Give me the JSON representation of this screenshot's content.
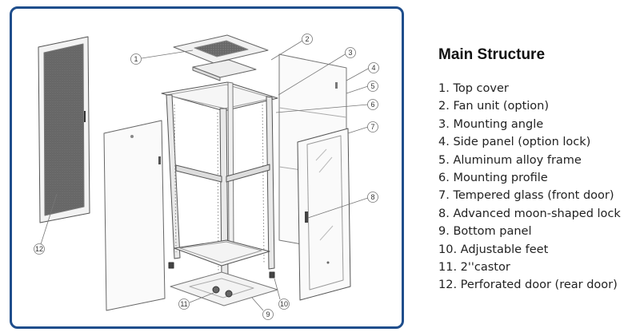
{
  "diagram": {
    "callouts": [
      "1",
      "2",
      "3",
      "4",
      "5",
      "6",
      "7",
      "8",
      "9",
      "10",
      "11",
      "12"
    ]
  },
  "legend": {
    "title": "Main Structure",
    "items": [
      "1. Top cover",
      "2. Fan unit (option)",
      "3. Mounting angle",
      "4. Side panel (option lock)",
      "5. Aluminum alloy frame",
      "6. Mounting profile",
      "7. Tempered glass (front door)",
      "8. Advanced moon-shaped lock",
      "9. Bottom panel",
      "10. Adjustable feet",
      "11. 2''castor",
      "12. Perforated door (rear door)"
    ]
  }
}
